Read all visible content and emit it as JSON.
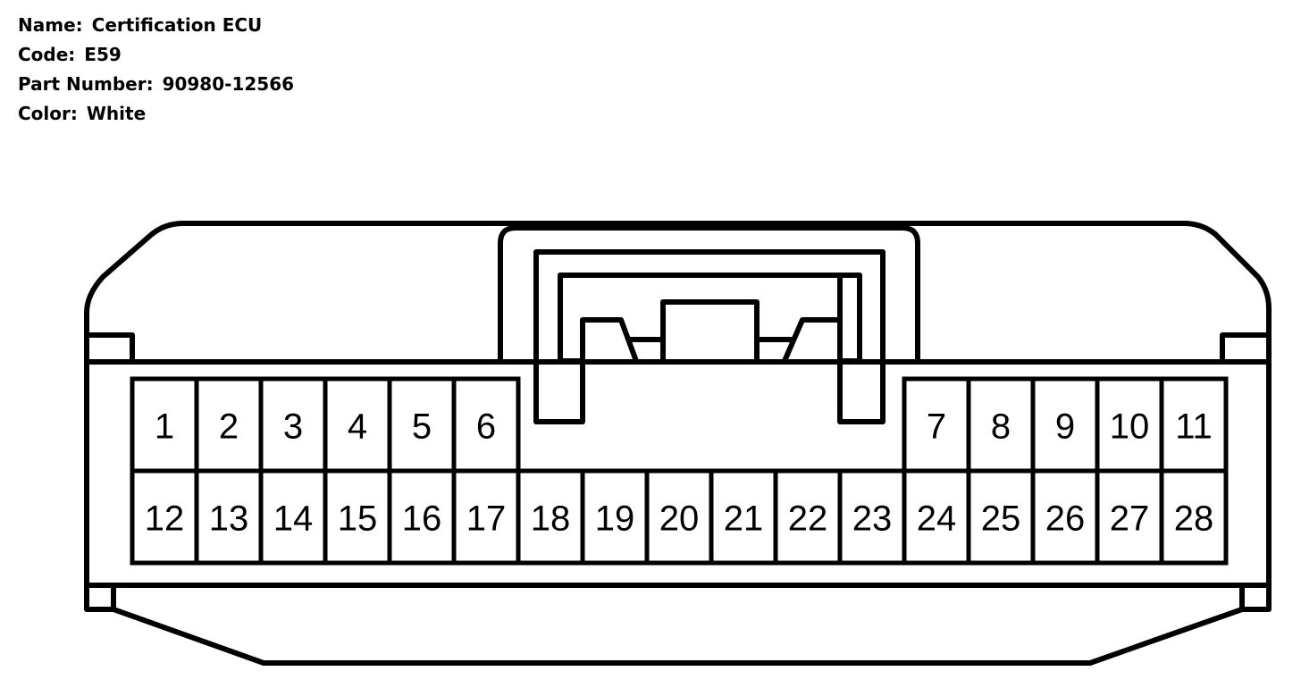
{
  "header": {
    "name_label": "Name:",
    "name_value": "Certification ECU",
    "code_label": "Code:",
    "code_value": "E59",
    "part_label": "Part Number:",
    "part_value": "90980-12566",
    "color_label": "Color:",
    "color_value": "White"
  },
  "pins": {
    "top": [
      "1",
      "2",
      "3",
      "4",
      "5",
      "6",
      "7",
      "8",
      "9",
      "10",
      "11"
    ],
    "bottom": [
      "12",
      "13",
      "14",
      "15",
      "16",
      "17",
      "18",
      "19",
      "20",
      "21",
      "22",
      "23",
      "24",
      "25",
      "26",
      "27",
      "28"
    ]
  },
  "colors": {
    "stroke": "#000000",
    "background": "#ffffff"
  }
}
